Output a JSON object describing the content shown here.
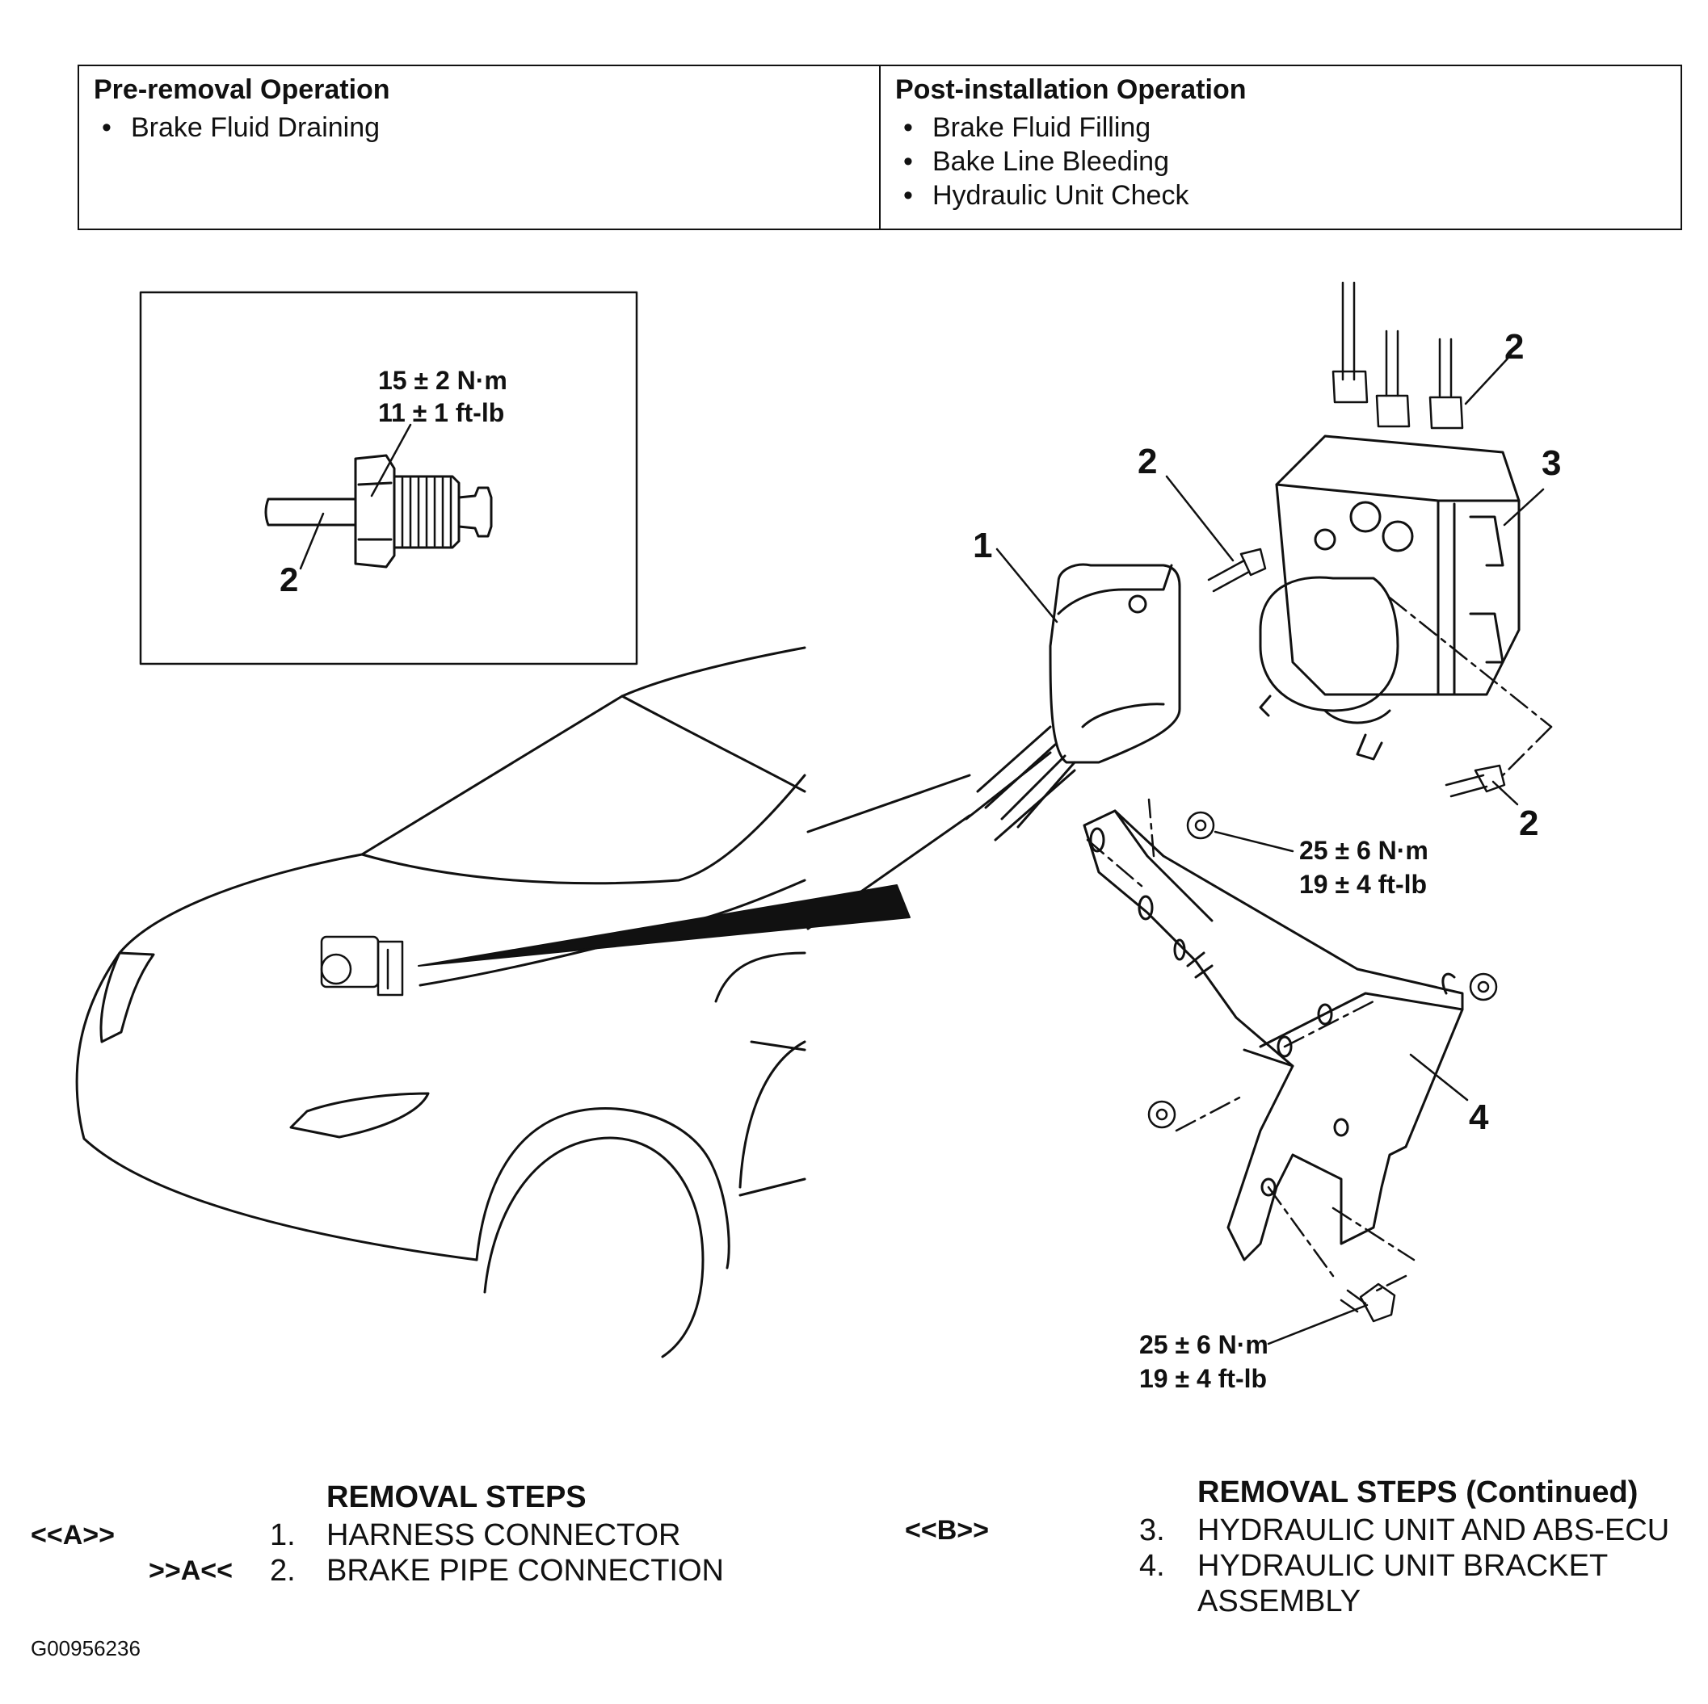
{
  "pre_removal": {
    "title": "Pre-removal Operation",
    "items": [
      "Brake Fluid Draining"
    ]
  },
  "post_installation": {
    "title": "Post-installation Operation",
    "items": [
      "Brake Fluid Filling",
      "Bake Line Bleeding",
      "Hydraulic Unit Check"
    ]
  },
  "inset": {
    "torque_nm": "15 ± 2 N·m",
    "torque_ftlb": "11 ± 1 ft-lb",
    "callout": "2"
  },
  "callouts": {
    "connector": "1",
    "pipe_left": "2",
    "pipe_top": "2",
    "pipe_bottom": "2",
    "hydraulic_unit": "3",
    "bracket": "4"
  },
  "torque_upper": {
    "nm": "25 ± 6 N·m",
    "ftlb": "19 ± 4 ft-lb"
  },
  "torque_lower": {
    "nm": "25 ± 6 N·m",
    "ftlb": "19 ± 4 ft-lb"
  },
  "removal_steps": {
    "title": "REMOVAL STEPS",
    "mark_a_removal": "<<A>>",
    "mark_a_install": ">>A<<",
    "items": [
      {
        "num": "1.",
        "text": "HARNESS CONNECTOR"
      },
      {
        "num": "2.",
        "text": "BRAKE PIPE CONNECTION"
      }
    ]
  },
  "removal_steps_cont": {
    "title": "REMOVAL STEPS (Continued)",
    "mark_b_removal": "<<B>>",
    "items": [
      {
        "num": "3.",
        "text": "HYDRAULIC UNIT AND ABS-ECU"
      },
      {
        "num": "4.",
        "text": "HYDRAULIC UNIT BRACKET"
      }
    ],
    "item4_line2": "ASSEMBLY"
  },
  "figure_code": "G00956236"
}
